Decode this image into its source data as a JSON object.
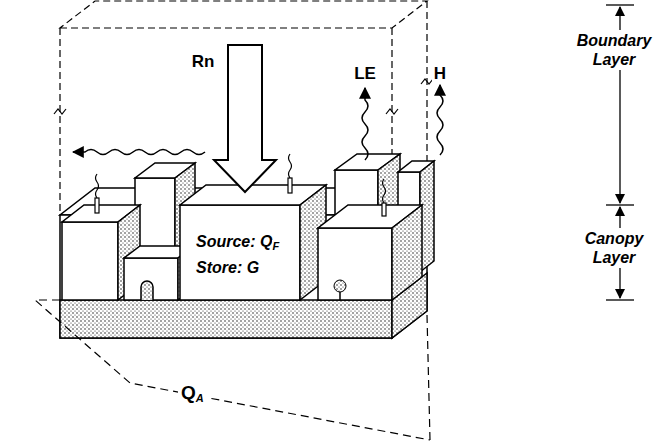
{
  "diagram": {
    "labels": [
      "Rn",
      "LE",
      "H",
      "Boundary Layer",
      "Canopy Layer",
      "Source: Q",
      "F",
      "Store: G",
      "Q",
      "A"
    ]
  }
}
